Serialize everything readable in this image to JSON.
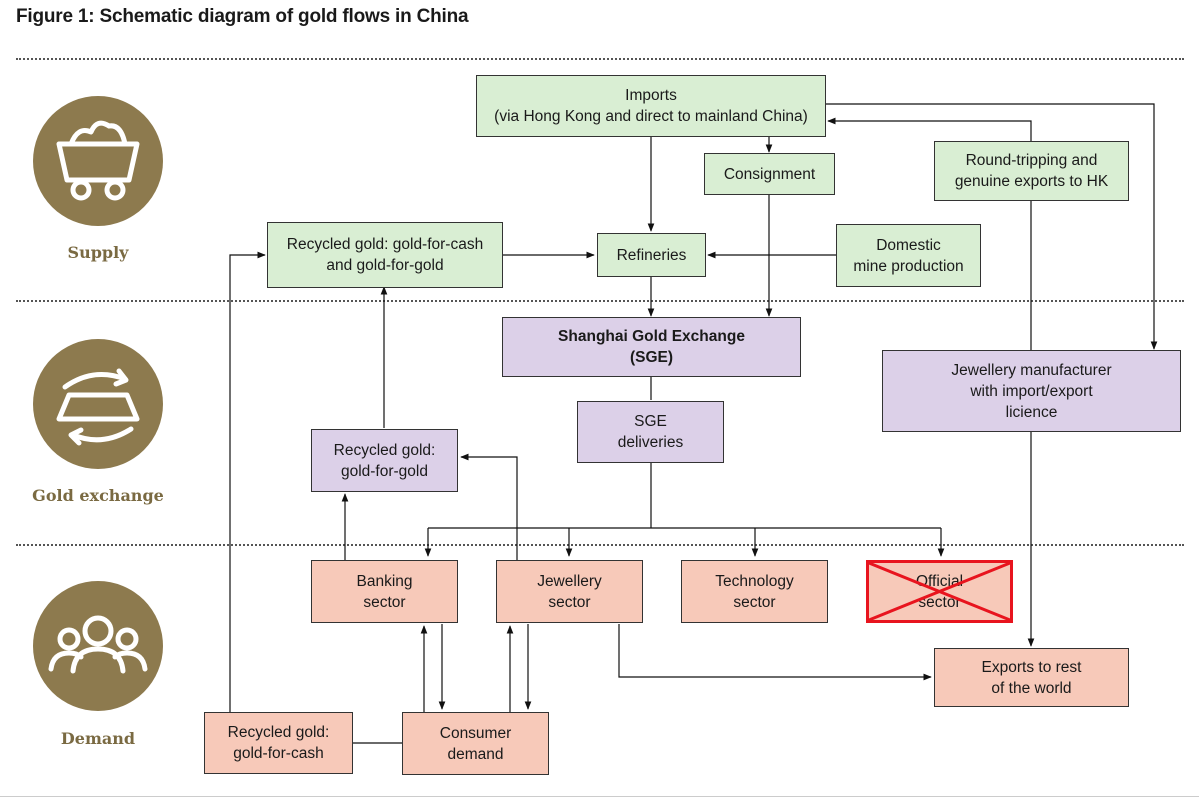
{
  "title": "Figure 1: Schematic diagram of gold flows in China",
  "sections": {
    "supply": "Supply",
    "exchange": "Gold exchange",
    "demand": "Demand"
  },
  "icons": {
    "supply": "mine-cart-icon",
    "exchange": "gold-bar-exchange-icon",
    "demand": "people-group-icon"
  },
  "colors": {
    "supply_box": "#d9eed3",
    "exchange_box": "#dcd0e8",
    "demand_box": "#f7c9b9",
    "icon_circle": "#8d7a4e",
    "strike": "#e8141e"
  },
  "boxes": {
    "imports": "Imports\n(via Hong Kong and direct to mainland China)",
    "consignment": "Consignment",
    "round_tripping": "Round-tripping and\ngenuine exports to HK",
    "recycled_cash_gold": "Recycled gold: gold-for-cash\nand gold-for-gold",
    "refineries": "Refineries",
    "domestic": "Domestic\nmine production",
    "sge": "Shanghai Gold Exchange\n(SGE)",
    "jewellery_mfr": "Jewellery manufacturer\nwith import/export\nlicience",
    "sge_deliveries": "SGE\ndeliveries",
    "recycled_gold_gold": "Recycled gold:\ngold-for-gold",
    "banking": "Banking\nsector",
    "jewellery_sector": "Jewellery\nsector",
    "technology": "Technology\nsector",
    "official": "Official\nsector",
    "exports_rest": "Exports to rest\nof the world",
    "recycled_cash": "Recycled gold:\ngold-for-cash",
    "consumer": "Consumer\ndemand"
  }
}
